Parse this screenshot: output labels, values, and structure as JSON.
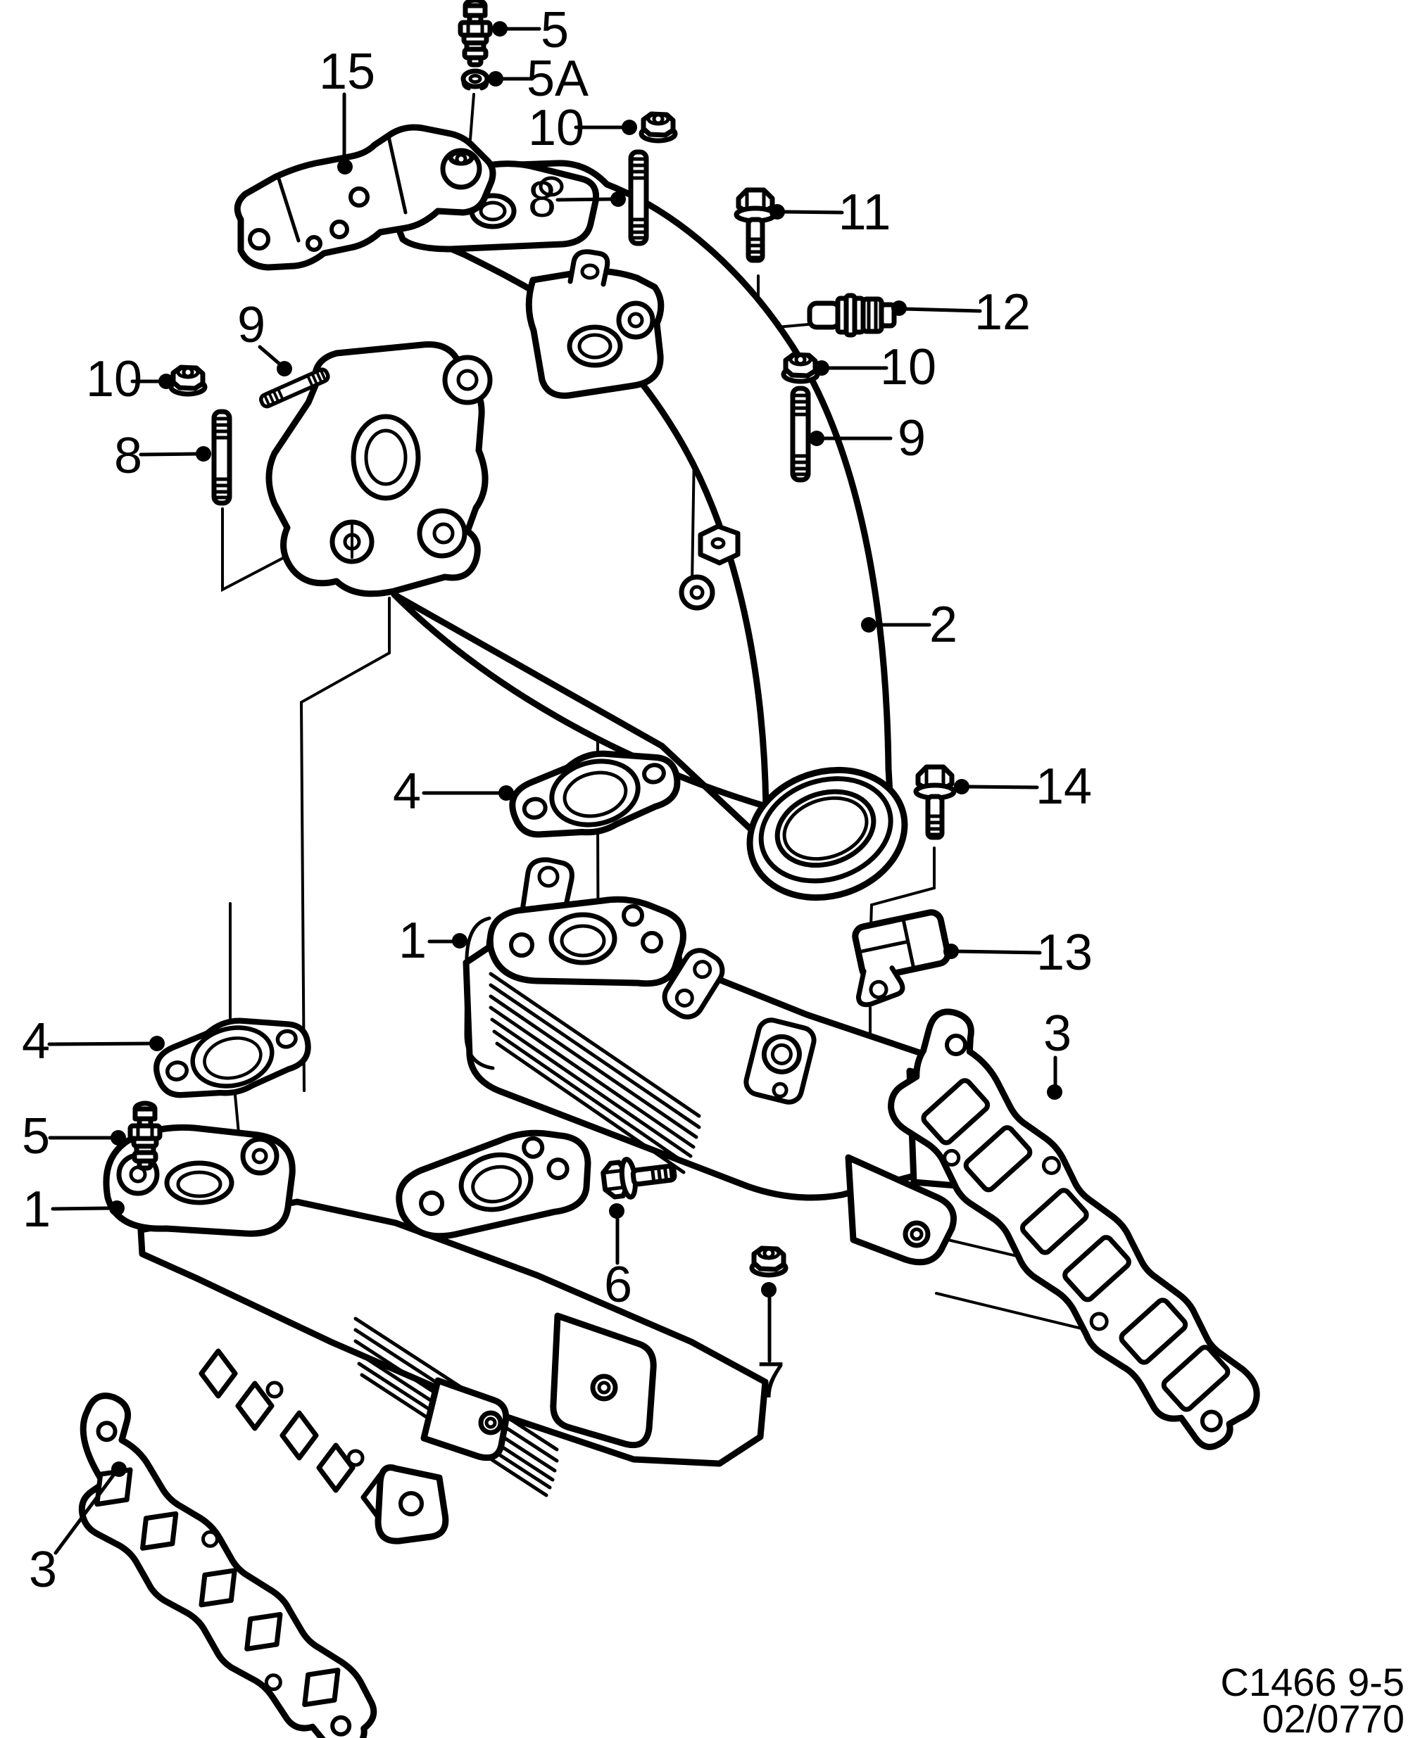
{
  "figure": {
    "code": "C1466 9-5",
    "revision": "02/0770"
  },
  "callouts": [
    {
      "id": "fitting-top",
      "label": "5"
    },
    {
      "id": "washer",
      "label": "5A"
    },
    {
      "id": "mounting-bracket",
      "label": "15"
    },
    {
      "id": "flange-nut-top",
      "label": "10"
    },
    {
      "id": "stud-top",
      "label": "8"
    },
    {
      "id": "flange-bolt-pipe",
      "label": "11"
    },
    {
      "id": "temperature-sensor",
      "label": "12"
    },
    {
      "id": "flange-nut-right",
      "label": "10"
    },
    {
      "id": "stud-right",
      "label": "9"
    },
    {
      "id": "stud-left-diagonal",
      "label": "9"
    },
    {
      "id": "flange-nut-left",
      "label": "10"
    },
    {
      "id": "stud-left",
      "label": "8"
    },
    {
      "id": "egr-pipe",
      "label": "2"
    },
    {
      "id": "egr-gasket-upper",
      "label": "4"
    },
    {
      "id": "sensor-bolt",
      "label": "14"
    },
    {
      "id": "intake-manifold-right",
      "label": "1"
    },
    {
      "id": "pressure-sensor",
      "label": "13"
    },
    {
      "id": "manifold-gasket-right",
      "label": "3"
    },
    {
      "id": "egr-gasket-lower",
      "label": "4"
    },
    {
      "id": "fitting-lower",
      "label": "5"
    },
    {
      "id": "intake-manifold-left",
      "label": "1"
    },
    {
      "id": "manifold-bolt",
      "label": "6"
    },
    {
      "id": "manifold-nut",
      "label": "7"
    },
    {
      "id": "manifold-gasket-left",
      "label": "3"
    }
  ]
}
